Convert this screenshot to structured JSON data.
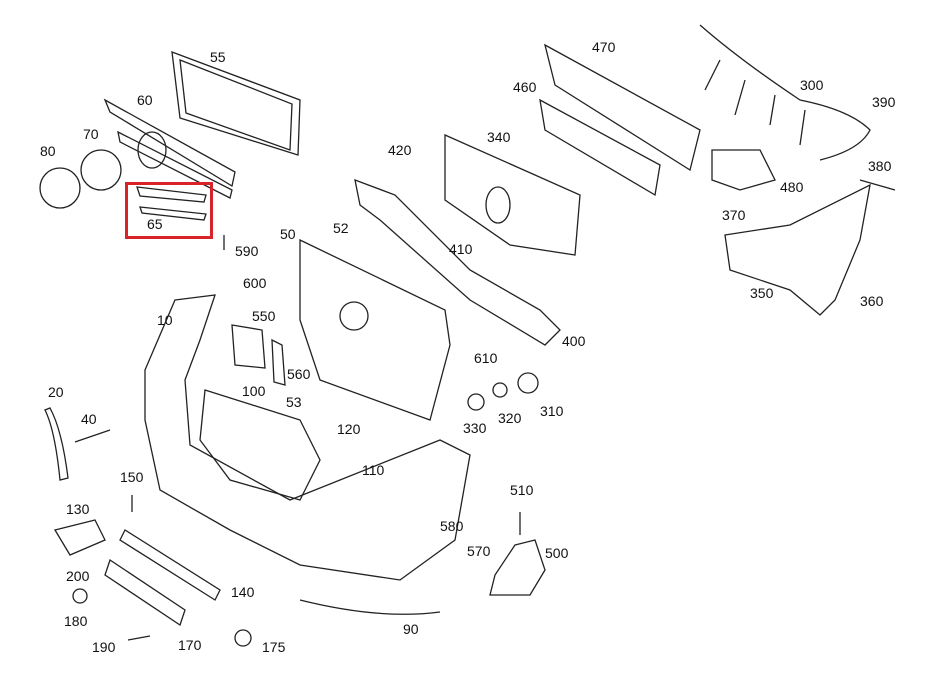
{
  "diagram": {
    "highlight_color": "#d8232a",
    "highlighted_part": "65",
    "part_labels": {
      "p10": "10",
      "p20": "20",
      "p40": "40",
      "p50": "50",
      "p52": "52",
      "p53": "53",
      "p55": "55",
      "p60": "60",
      "p65": "65",
      "p70": "70",
      "p80": "80",
      "p90": "90",
      "p100": "100",
      "p110": "110",
      "p120": "120",
      "p130": "130",
      "p140": "140",
      "p150": "150",
      "p170": "170",
      "p175": "175",
      "p180": "180",
      "p190": "190",
      "p200": "200",
      "p300": "300",
      "p310": "310",
      "p320": "320",
      "p330": "330",
      "p340": "340",
      "p350": "350",
      "p360": "360",
      "p370": "370",
      "p380": "380",
      "p390": "390",
      "p400": "400",
      "p410": "410",
      "p420": "420",
      "p460": "460",
      "p470": "470",
      "p480": "480",
      "p500": "500",
      "p510": "510",
      "p550": "550",
      "p560": "560",
      "p570": "570",
      "p580": "580",
      "p590": "590",
      "p600": "600",
      "p610": "610"
    }
  }
}
